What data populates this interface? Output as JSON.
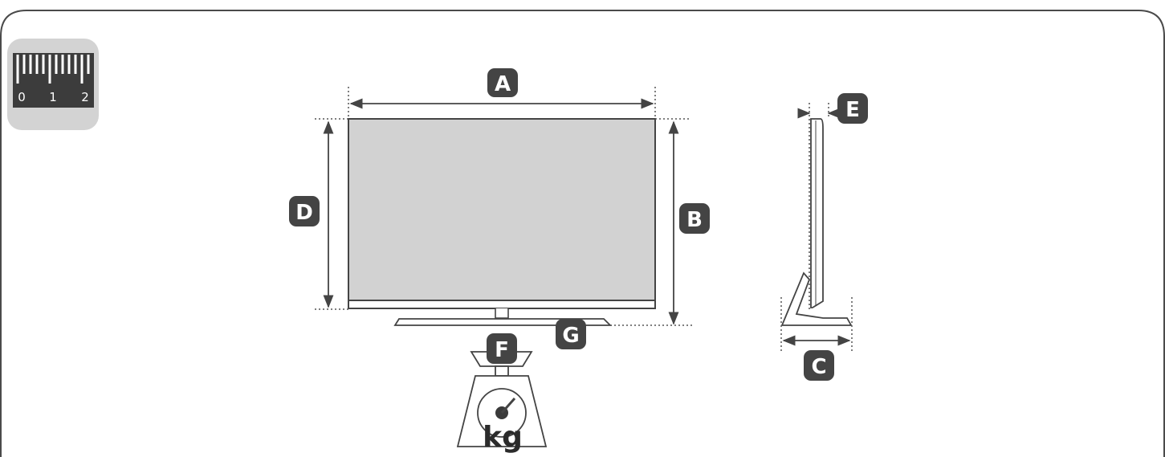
{
  "ruler_icon": {
    "icon": "ruler-icon",
    "numbers": [
      "0",
      "1",
      "2"
    ]
  },
  "dimension_labels": {
    "a": "A",
    "b": "B",
    "c": "C",
    "d": "D",
    "e": "E",
    "f": "F",
    "g": "G"
  },
  "scale_icon": {
    "icon": "weighing-scale-icon",
    "unit": "kg"
  },
  "colors": {
    "frame": "#4a4a4a",
    "screen_fill": "#d2d2d2",
    "label_badge": "#444444",
    "icon_tile": "#d3d3d3",
    "ruler_body": "#3c3c3c"
  }
}
